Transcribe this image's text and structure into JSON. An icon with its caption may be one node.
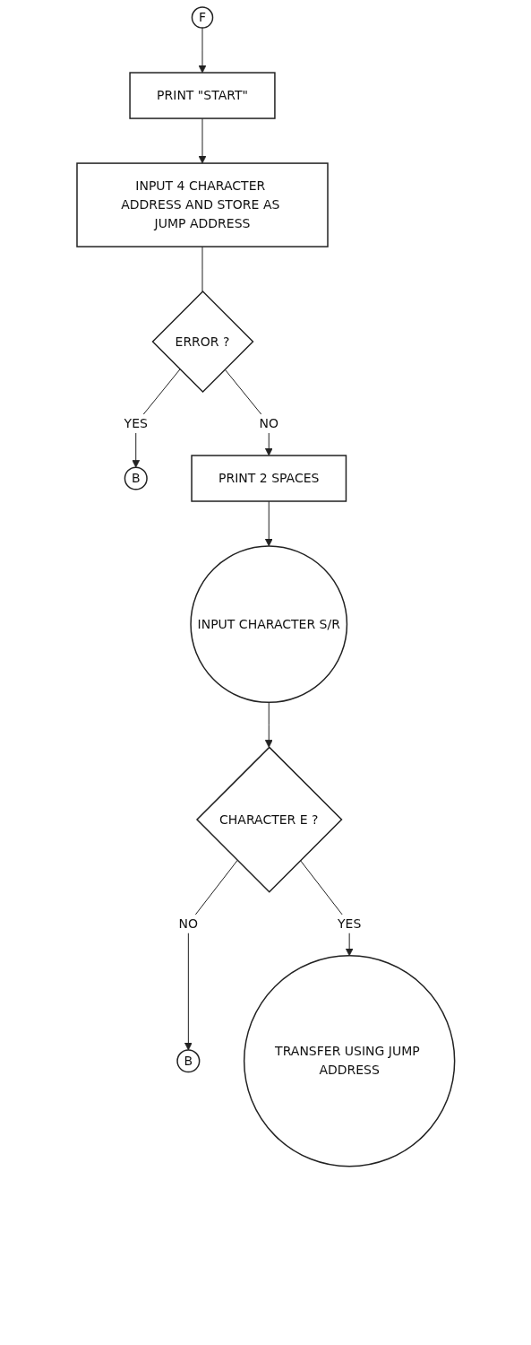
{
  "diagram": {
    "nodes": [
      {
        "text": [
          "F"
        ]
      },
      {
        "text": [
          "PRINT \"START\""
        ]
      },
      {
        "text": [
          "INPUT 4 CHARACTER ADDRESS AND STORE AS JUMP ADDRESS"
        ]
      },
      {
        "text": [
          "ERROR ?"
        ]
      },
      {
        "text": [
          "B"
        ]
      },
      {
        "text": [
          "PRINT 2 SPACES"
        ]
      },
      {
        "text": [
          "INPUT CHARACTER S/R"
        ]
      },
      {
        "text": [
          "CHARACTER E ?"
        ]
      },
      {
        "text": [
          "B"
        ]
      },
      {
        "text": [
          "TRANSFER USING JUMP ADDRESS"
        ]
      }
    ],
    "edges": [
      {
        "from": 0,
        "to": 1,
        "arrow": "to"
      },
      {
        "from": 1,
        "to": 2,
        "arrow": "to"
      },
      {
        "from": 2,
        "to": 3,
        "arrow": "none"
      },
      {
        "from": 3,
        "to": 4,
        "arrow": "to",
        "label": "YES"
      },
      {
        "from": 3,
        "to": 5,
        "arrow": "to",
        "label": "NO"
      },
      {
        "from": 5,
        "to": 6,
        "arrow": "to"
      },
      {
        "from": 6,
        "to": 7,
        "arrow": "to"
      },
      {
        "from": 7,
        "to": 8,
        "arrow": "to",
        "label": "NO"
      },
      {
        "from": 7,
        "to": 9,
        "arrow": "to",
        "label": "YES"
      }
    ]
  }
}
